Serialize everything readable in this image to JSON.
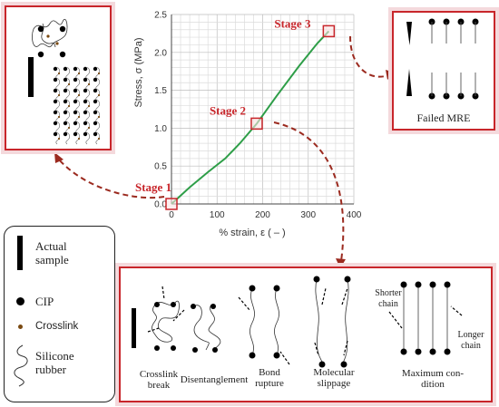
{
  "chart_data": {
    "type": "line",
    "xlabel": "% strain, ε ( – )",
    "ylabel": "Stress, σ (MPa)",
    "xlim": [
      0,
      400
    ],
    "ylim": [
      0,
      2.5
    ],
    "x_ticks": [
      "0",
      "100",
      "200",
      "300",
      "400"
    ],
    "y_ticks": [
      "0.0",
      "0.5",
      "1.0",
      "1.5",
      "2.0",
      "2.5"
    ],
    "grid": true,
    "series": [
      {
        "color": "#2e9e48",
        "x": [
          0,
          40,
          80,
          118,
          150,
          187,
          230,
          280,
          320,
          345
        ],
        "y": [
          0.0,
          0.22,
          0.42,
          0.6,
          0.8,
          1.06,
          1.42,
          1.82,
          2.12,
          2.28
        ]
      }
    ],
    "markers": [
      {
        "label": "Stage 1",
        "x": 0,
        "y": 0.0
      },
      {
        "label": "Stage 2",
        "x": 187,
        "y": 1.06
      },
      {
        "label": "Stage 3",
        "x": 345,
        "y": 2.28
      }
    ]
  },
  "panel_stage3": {
    "label": "Failed MRE"
  },
  "legend": {
    "items": [
      {
        "label_line1": "Actual",
        "label_line2": "sample",
        "icon": "black-bar-icon"
      },
      {
        "label_line1": "CIP",
        "label_line2": "",
        "icon": "black-dot-icon"
      },
      {
        "label_line1": "Crosslink",
        "label_line2": "",
        "icon": "brown-dot-icon"
      },
      {
        "label_line1": "Silicone",
        "label_line2": "rubber",
        "icon": "squiggle-icon"
      }
    ]
  },
  "mechanisms": {
    "captions": [
      {
        "line1": "Crosslink",
        "line2": "break"
      },
      {
        "line1": "Disentanglement",
        "line2": ""
      },
      {
        "line1": "Bond",
        "line2": "rupture"
      },
      {
        "line1": "Molecular",
        "line2": "slippage"
      },
      {
        "line1": "Maximum con-",
        "line2": "dition"
      }
    ],
    "shorter_chain_1": "Shorter",
    "shorter_chain_2": "chain",
    "longer_chain_1": "Longer",
    "longer_chain_2": "chain"
  },
  "colors": {
    "accent_red": "#c8262b",
    "arrow_brown": "#9b2a1f",
    "curve_green": "#2e9e48",
    "panel_glow": "#f4d9dc"
  }
}
